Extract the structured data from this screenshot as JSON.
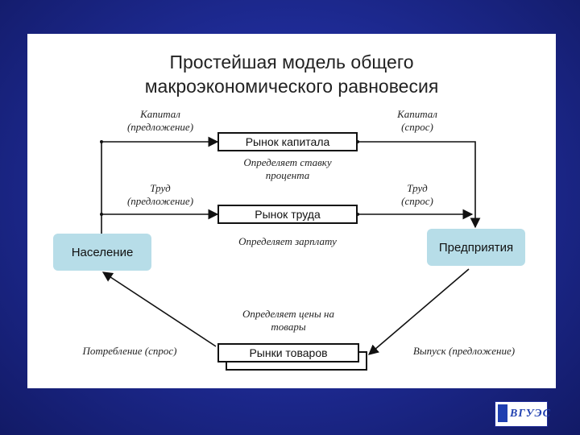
{
  "title": {
    "line1": "Простейшая модель общего",
    "line2": "макроэкономического равновесия"
  },
  "markets": {
    "capital": "Рынок капитала",
    "labour": "Рынок труда",
    "goods": "Рынки товаров"
  },
  "agents": {
    "households": "Население",
    "firms": "Предприятия"
  },
  "labels": {
    "capital_supply": {
      "line1": "Капитал",
      "line2": "(предложение)"
    },
    "capital_demand": {
      "line1": "Капитал",
      "line2": "(спрос)"
    },
    "labour_supply": {
      "line1": "Труд",
      "line2": "(предложение)"
    },
    "labour_demand": {
      "line1": "Труд",
      "line2": "(спрос)"
    },
    "capital_note": {
      "line1": "Определяет ставку",
      "line2": "процента"
    },
    "labour_note": "Определяет зарплату",
    "goods_note": {
      "line1": "Определяет цены на",
      "line2": "товары"
    },
    "consumption": "Потребление (спрос)",
    "output": "Выпуск (предложение)"
  },
  "logo": {
    "text": "ВГУЭС"
  },
  "colors": {
    "background": "#1f2c98",
    "agent_box": "#b7dde8",
    "slide": "#ffffff"
  }
}
